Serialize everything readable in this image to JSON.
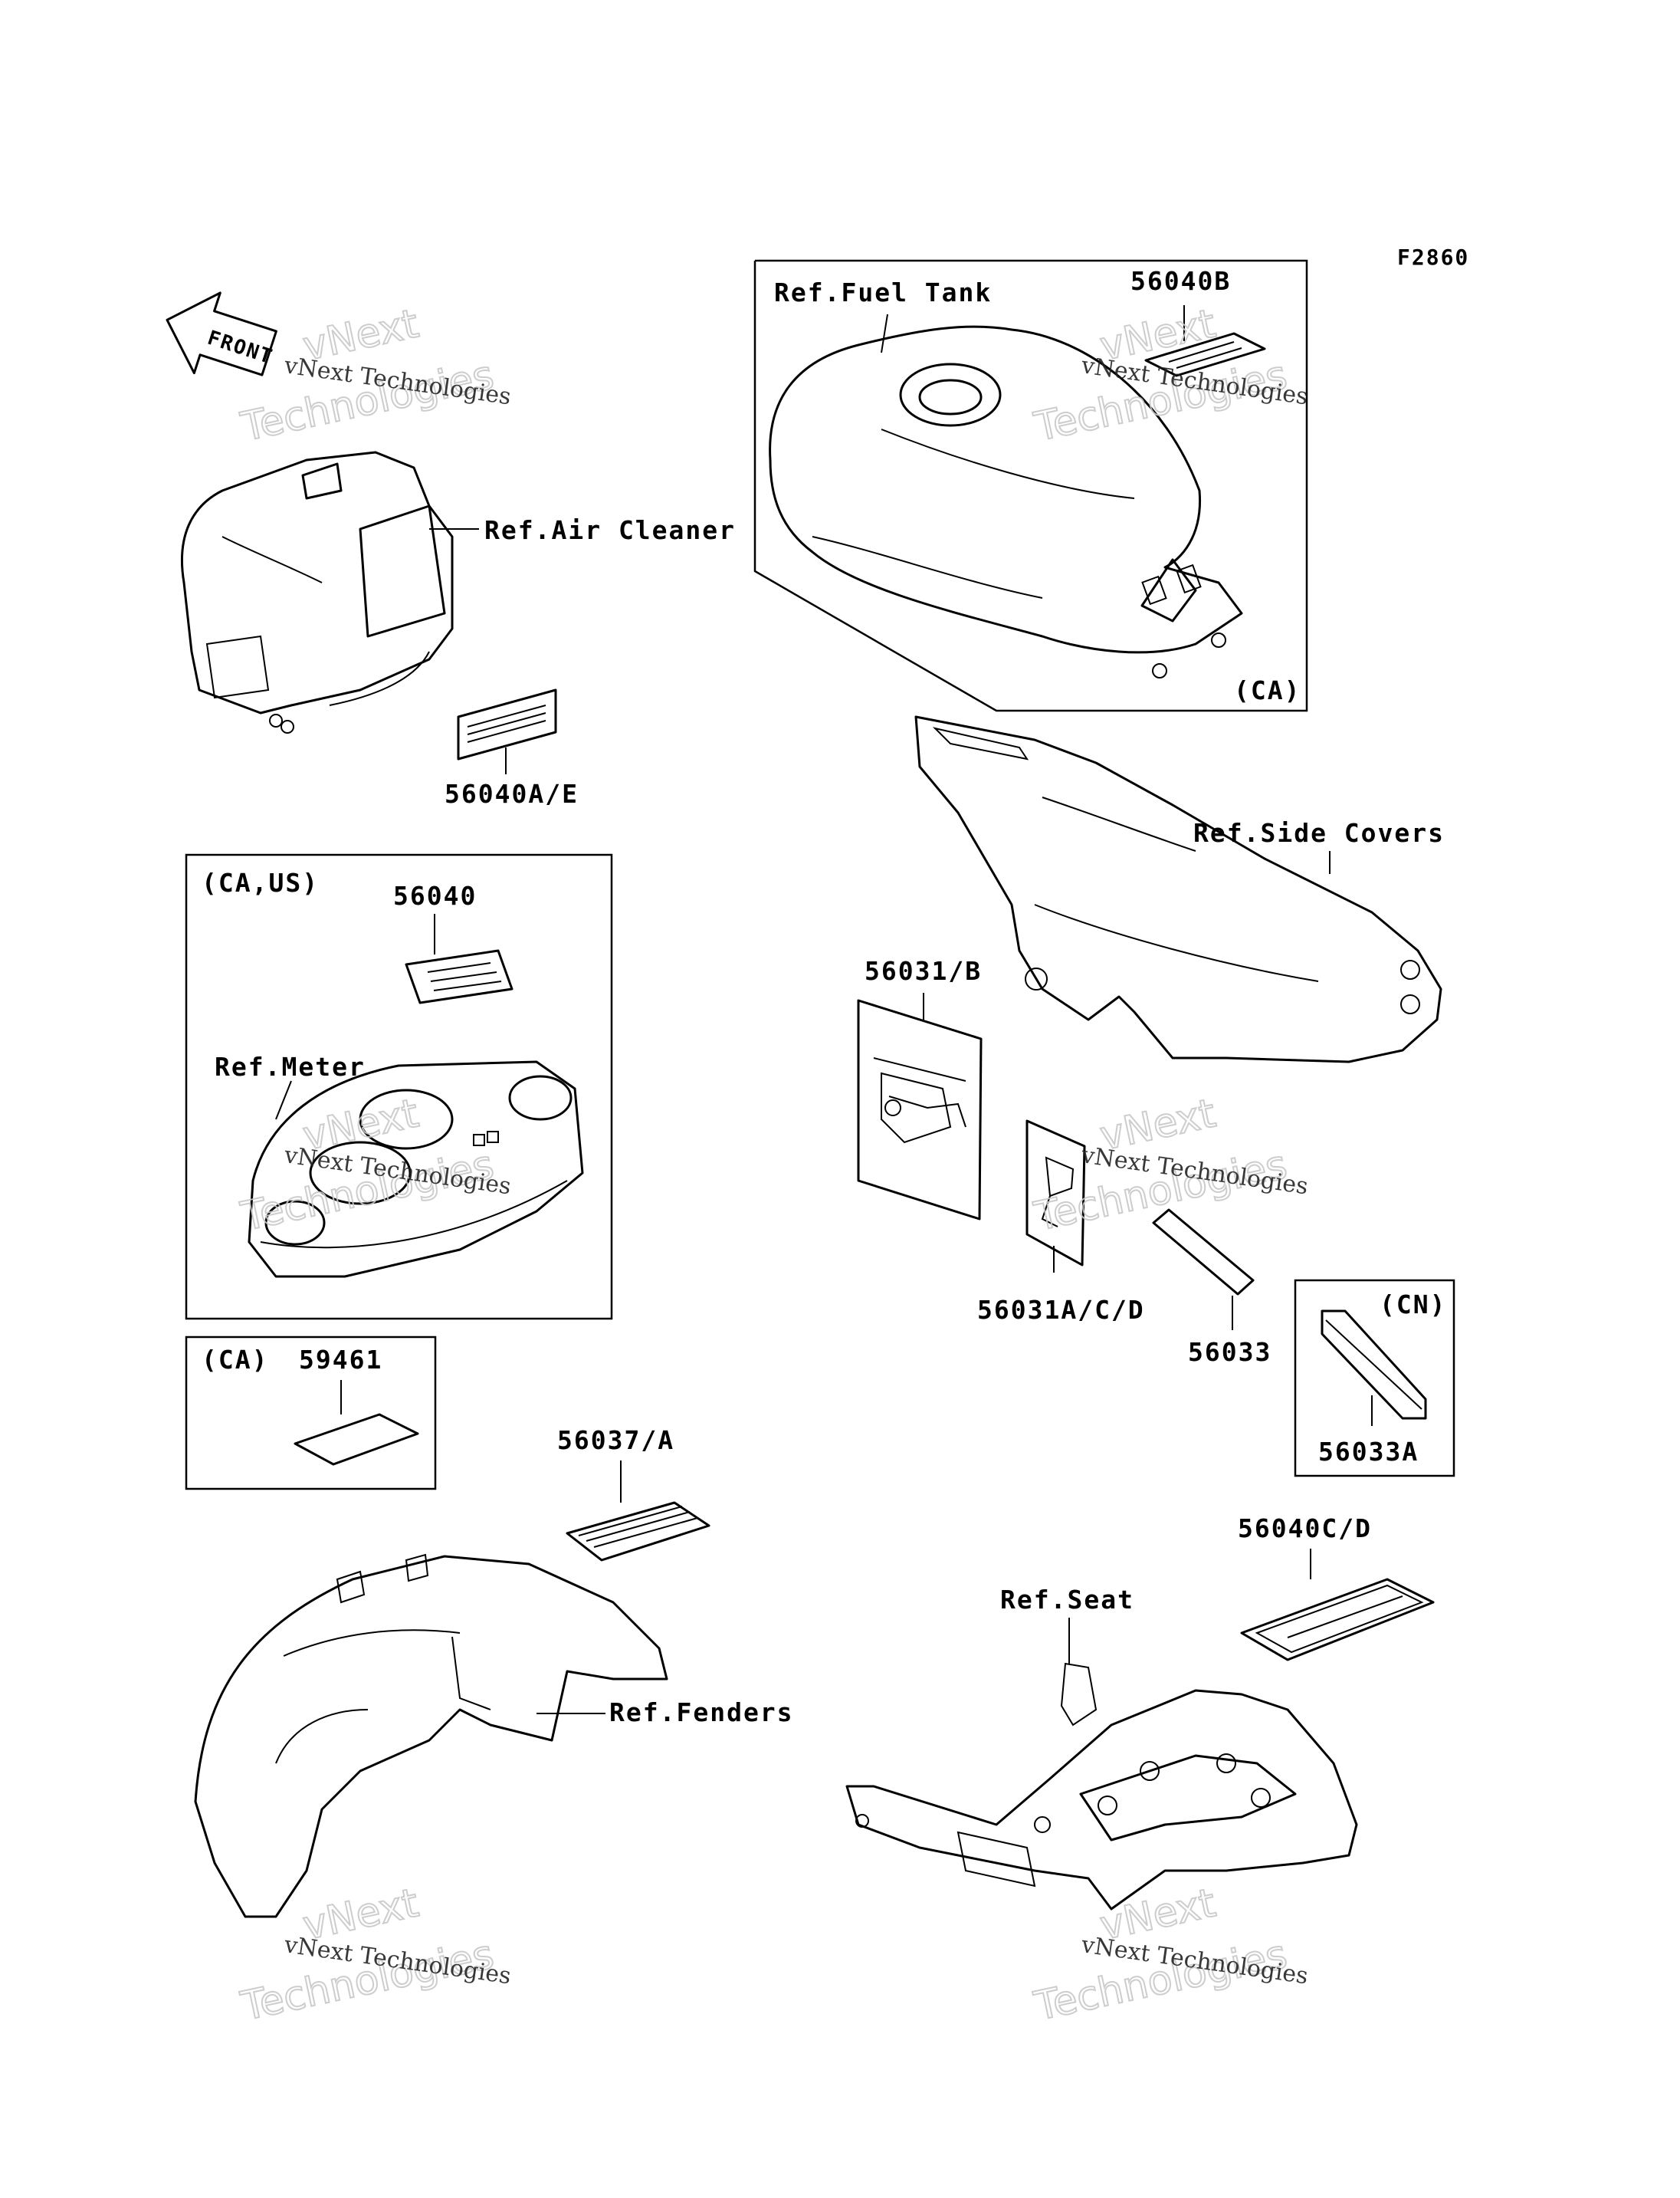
{
  "figure_code": "F2860",
  "front_arrow_label": "FRONT",
  "watermark": {
    "line1": "vNext Technologies",
    "line2": "vNext",
    "line3": "Technologies"
  },
  "labels": {
    "ref_fuel_tank": "Ref.Fuel Tank",
    "part_56040B": "56040B",
    "ca_fuel_tank": "(CA)",
    "ref_air_cleaner": "Ref.Air Cleaner",
    "part_56040AE": "56040A/E",
    "ref_side_covers": "Ref.Side Covers",
    "ca_us_box": "(CA,US)",
    "part_56040": "56040",
    "ref_meter": "Ref.Meter",
    "part_56031B": "56031/B",
    "part_56031ACD": "56031A/C/D",
    "part_56033": "56033",
    "cn_box": "(CN)",
    "part_56033A": "56033A",
    "ca_box": "(CA)",
    "part_59461": "59461",
    "part_56037A": "56037/A",
    "part_56040CD": "56040C/D",
    "ref_seat": "Ref.Seat",
    "ref_fenders": "Ref.Fenders"
  }
}
